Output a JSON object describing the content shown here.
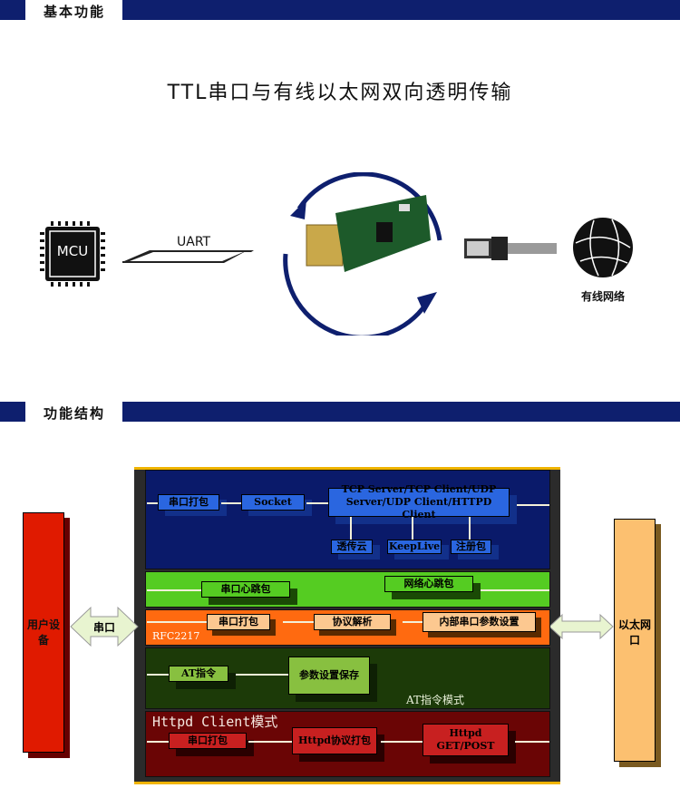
{
  "section1": {
    "label": "基本功能"
  },
  "section2": {
    "label": "功能结构"
  },
  "overview": {
    "title": "TTL串口与有线以太网双向透明传输",
    "mcu_label": "MCU",
    "uart_label": "UART",
    "network_label": "有线网络"
  },
  "diagram": {
    "user_device": "用户设备",
    "serial_port": "串口",
    "ethernet_port": "以太网口",
    "socket_row": {
      "pack": "串口打包",
      "socket": "Socket",
      "protocols_line1": "TCP Server/TCP Client/UDP",
      "protocols_line2": "Server/UDP Client/HTTPD Client",
      "cloud": "透传云",
      "keeplive": "KeepLive",
      "register": "注册包"
    },
    "heartbeat_row": {
      "serial": "串口心跳包",
      "network": "网络心跳包"
    },
    "rfc_row": {
      "label": "RFC2217",
      "pack": "串口打包",
      "parse": "协议解析",
      "settings": "内部串口参数设置"
    },
    "at_row": {
      "cmd": "AT指令",
      "save": "参数设置保存",
      "mode": "AT指令模式"
    },
    "httpd_row": {
      "mode": "Httpd Client模式",
      "pack": "串口打包",
      "http_pack": "Httpd协议打包",
      "get_post_line1": "Httpd",
      "get_post_line2": "GET/POST"
    }
  },
  "colors": {
    "navy": "#0e1f6e",
    "blue_section": "#0a1a6a",
    "blue_box": "#2a66e0",
    "green_section": "#55cc22",
    "orange_section": "#ff6a10",
    "at_section": "#1c3a08",
    "httpd_section": "#6a0505"
  }
}
